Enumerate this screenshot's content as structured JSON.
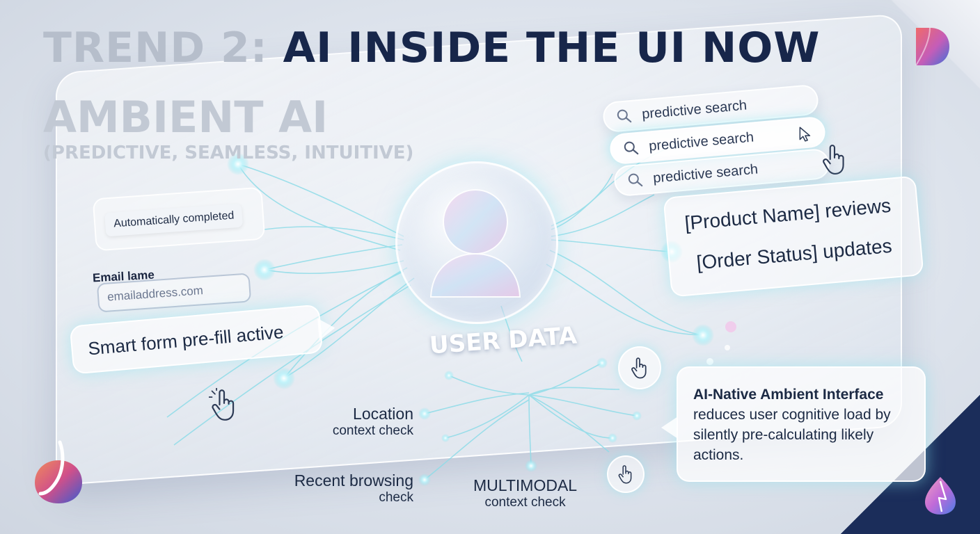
{
  "title": {
    "part1": "TREND 2:",
    "part2": "AI INSIDE THE UI NOW"
  },
  "subtitle": {
    "main": "AMBIENT AI",
    "sub": "(PREDICTIVE, SEAMLESS, INTUITIVE)"
  },
  "search_suggestions": [
    "predictive search",
    "predictive search",
    "predictive search"
  ],
  "form": {
    "autocomplete_chip": "Automatically completed",
    "email_label": "Email lame",
    "email_placeholder": "emailaddress.com",
    "smart_prefill": "Smart form pre-fill active"
  },
  "suggestions": [
    "[Product Name] reviews",
    "[Order Status] updates"
  ],
  "center_label": "USER DATA",
  "context_checks": {
    "location": {
      "title": "Location",
      "detail": "context check"
    },
    "browsing": {
      "title": "Recent browsing",
      "detail": "check"
    },
    "multimodal": {
      "title": "MULTIMODAL",
      "detail": "context check"
    }
  },
  "info_card": {
    "headline": "AI-Native Ambient Interface",
    "body": "reduces user cognitive load by silently pre-calculating likely actions."
  },
  "colors": {
    "title_dark": "#17264a",
    "title_light": "#b6becb",
    "glow_cyan": "#8ce6f0",
    "corner_navy": "#1b2d5a"
  },
  "icons": [
    "search-icon",
    "hand-pointer-icon",
    "cursor-arrow-icon",
    "user-avatar-icon",
    "brand-logo-icon"
  ]
}
